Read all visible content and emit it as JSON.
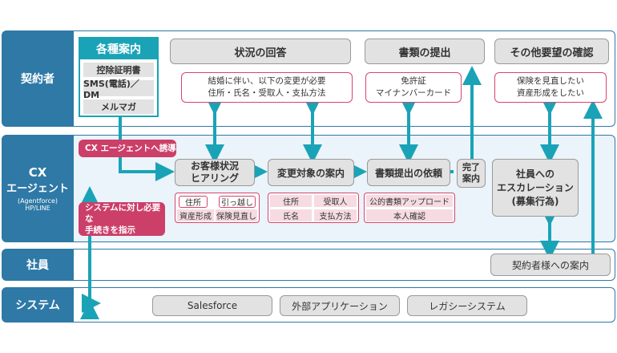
{
  "lanes": {
    "contractor": "契約者",
    "cx_title": "CX",
    "cx_sub": "エージェント",
    "cx_small1": "(Agentforce)",
    "cx_small2": "HP/LINE",
    "staff": "社員",
    "system": "システム"
  },
  "guides": {
    "title": "各種案内",
    "items": [
      "控除証明書",
      "SMS(電話)／DM",
      "メルマガ"
    ]
  },
  "top_boxes": {
    "status": "状況の回答",
    "documents": "書類の提出",
    "other": "その他要望の確認"
  },
  "notes": {
    "status_line1": "結婚に伴い、以下の変更が必要",
    "status_line2": "住所・氏名・受取人・支払方法",
    "docs_line1": "免許証",
    "docs_line2": "マイナンバーカード",
    "other_line1": "保険を見直したい",
    "other_line2": "資産形成をしたい"
  },
  "cx": {
    "induce": "CX エージェントへ誘導",
    "instruct_line1": "システムに対し必要な",
    "instruct_line2": "手続きを指示",
    "hearing_line1": "お客様状況",
    "hearing_line2": "ヒアリング",
    "guide_change": "変更対象の案内",
    "request_docs": "書類提出の依頼",
    "complete_line1": "完了",
    "complete_line2": "案内",
    "escalation_line1": "社員への",
    "escalation_line2": "エスカレーション",
    "escalation_line3": "(募集行為)"
  },
  "tags": {
    "hearing": [
      "住所",
      "引っ越し",
      "資産形成",
      "保険見直し"
    ],
    "change": [
      "住所",
      "受取人",
      "氏名",
      "支払方法"
    ],
    "docs": [
      "公的書類アップロード",
      "本人確認"
    ]
  },
  "staff_box": "契約者様への案内",
  "systems": [
    "Salesforce",
    "外部アプリケーション",
    "レガシーシステム"
  ]
}
